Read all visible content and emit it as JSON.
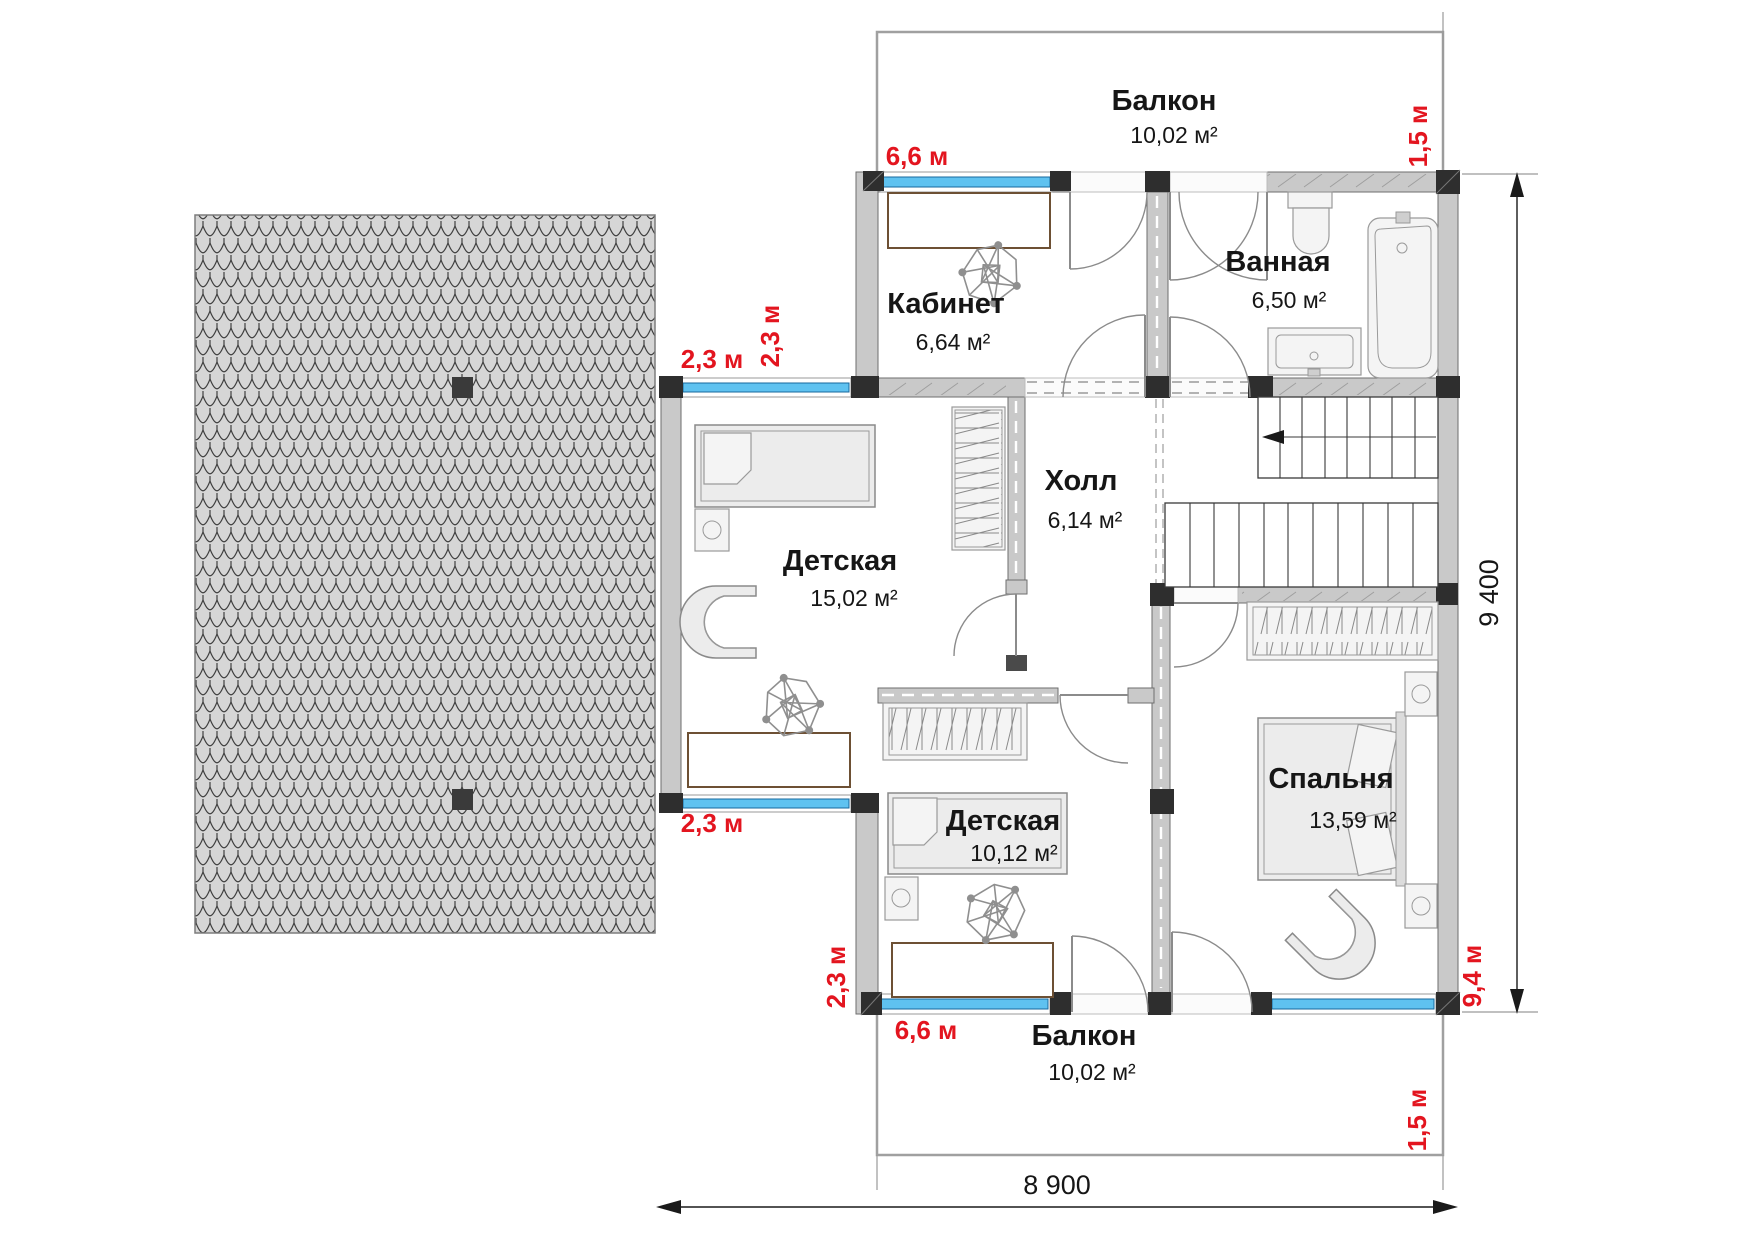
{
  "colors": {
    "wall_fill": "#c9c9c9",
    "post": "#2e2e2e",
    "window_blue": "#5fc2f0",
    "dimension_red": "#e3151f"
  },
  "plan": {
    "rooms": [
      {
        "key": "office",
        "name": "Кабинет",
        "area": "6,64 м²"
      },
      {
        "key": "bathroom",
        "name": "Ванная",
        "area": "6,50 м²"
      },
      {
        "key": "hall",
        "name": "Холл",
        "area": "6,14 м²"
      },
      {
        "key": "kids-room-large",
        "name": "Детская",
        "area": "15,02 м²"
      },
      {
        "key": "kids-room-small",
        "name": "Детская",
        "area": "10,12 м²"
      },
      {
        "key": "bedroom",
        "name": "Спальня",
        "area": "13,59 м²"
      }
    ],
    "balconies": [
      {
        "key": "balcony-top",
        "name": "Балкон",
        "area": "10,02 м²"
      },
      {
        "key": "balcony-bottom",
        "name": "Балкон",
        "area": "10,02 м²"
      }
    ],
    "red_dimensions": [
      {
        "key": "top-window-width",
        "label": "6,6 м"
      },
      {
        "key": "office-side-depth",
        "label": "2,3 м"
      },
      {
        "key": "kids-large-top-width",
        "label": "2,3 м"
      },
      {
        "key": "balcony-top-depth",
        "label": "1,5 м"
      },
      {
        "key": "kids-large-bottom-width",
        "label": "2,3 м"
      },
      {
        "key": "kids-small-side-depth",
        "label": "2,3 м"
      },
      {
        "key": "bottom-window-width",
        "label": "6,6 м"
      },
      {
        "key": "house-side-height",
        "label": "9,4 м"
      },
      {
        "key": "balcony-bottom-depth",
        "label": "1,5 м"
      }
    ],
    "overall_dimensions": [
      {
        "key": "height-mm",
        "label": "9 400"
      },
      {
        "key": "width-mm",
        "label": "8 900"
      }
    ]
  }
}
